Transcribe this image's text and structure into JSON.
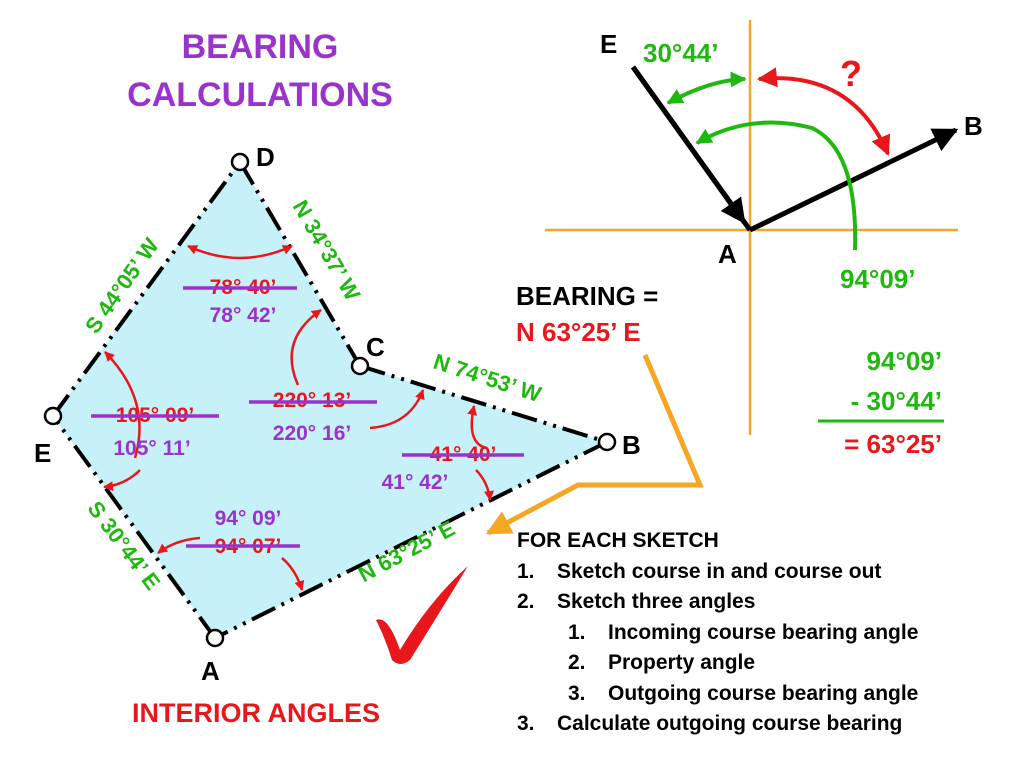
{
  "title": {
    "line1": "BEARING",
    "line2": "CALCULATIONS"
  },
  "footer_title": "INTERIOR ANGLES",
  "colors": {
    "title": "#9933cc",
    "red": "#e8171b",
    "green": "#1fb80f",
    "purple": "#9933cc",
    "fill": "#c6f1f8",
    "orange": "#f5a623",
    "black": "#000000"
  },
  "traverse": {
    "points": {
      "A": "A",
      "B": "B",
      "C": "C",
      "D": "D",
      "E": "E"
    },
    "courses": {
      "de": "S 44°05’ W",
      "dc": "N 34°37’ W",
      "cb": "N 74°53’ W",
      "ea": "S 30°44’ E",
      "ab": "N 63°25’ E"
    },
    "angles": {
      "d_old": "78° 40’",
      "d_new": "78° 42’",
      "c_old": "220° 13’",
      "c_new": "220° 16’",
      "e_old": "105° 09’",
      "e_new": "105° 11’",
      "b_old": "41° 40’",
      "b_new": "41° 42’",
      "a_top": "94° 09’",
      "a_old": "94° 07’"
    }
  },
  "sketch": {
    "label_e": "E",
    "label_b": "B",
    "label_a": "A",
    "angle_in": "30°44’",
    "angle_unknown": "?",
    "angle_total": "94°09’"
  },
  "bearing": {
    "label": "BEARING =",
    "value": "N 63°25’ E"
  },
  "calc": {
    "line1": "94°09’",
    "line2": "- 30°44’",
    "result": "= 63°25’"
  },
  "instructions": {
    "heading": "FOR EACH SKETCH",
    "steps": [
      {
        "num": "1.",
        "text": "Sketch course in and course out"
      },
      {
        "num": "2.",
        "text": "Sketch three angles"
      },
      {
        "num": "3.",
        "text": "Calculate outgoing course bearing"
      }
    ],
    "substeps": [
      {
        "num": "1.",
        "text": "Incoming course bearing angle"
      },
      {
        "num": "2.",
        "text": "Property angle"
      },
      {
        "num": "3.",
        "text": "Outgoing course bearing angle"
      }
    ]
  }
}
